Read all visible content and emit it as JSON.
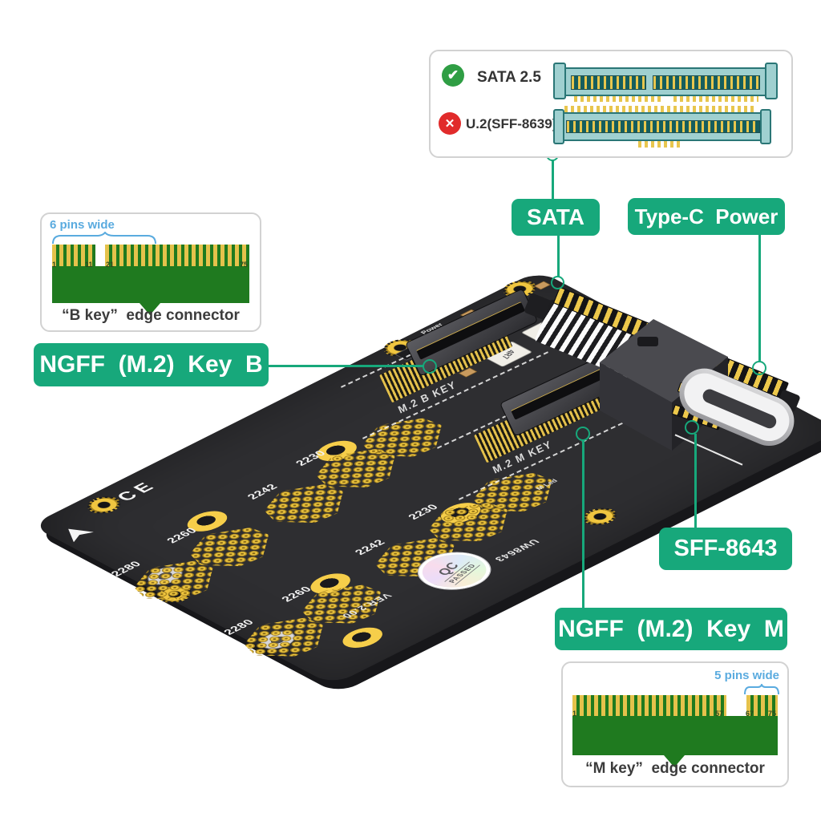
{
  "colors": {
    "accent_green": "#17a87b",
    "info_blue": "#5aabdf",
    "ok_green": "#2f9e44",
    "no_red": "#e12b2b",
    "pcb_green": "#1f7a1f",
    "pad_gold": "#edc84b",
    "connector_teal": "#9fd0d0",
    "board_black": "#2e2e31"
  },
  "compat_box": {
    "rows": [
      {
        "icon": "check-icon",
        "glyph": "✔",
        "label": "SATA 2.5"
      },
      {
        "icon": "cross-icon",
        "glyph": "✕",
        "label": "U.2(SFF-8639)"
      }
    ]
  },
  "callouts": {
    "sata": "SATA",
    "typec_power": "Type-C  Power",
    "ngff_key_b": "NGFF  (M.2)  Key  B",
    "sff_8643": "SFF-8643",
    "ngff_key_m": "NGFF  (M.2)  Key  M"
  },
  "b_key_diagram": {
    "note": "6 pins wide",
    "pin_numbers": [
      "1",
      "11",
      "21",
      "75"
    ],
    "caption": "“B key”  edge connector"
  },
  "m_key_diagram": {
    "note": "5 pins wide",
    "pin_numbers": [
      "1",
      "57",
      "67",
      "75"
    ],
    "caption": "“M key”  edge connector"
  },
  "board": {
    "model": "UW8643",
    "version": "VER.2.00",
    "qc_sticker": {
      "line1": "QC",
      "line2": "PASSED"
    },
    "silkscreen": {
      "slot_b": "M.2 B KEY",
      "slot_m": "M.2 M KEY",
      "power": "Power",
      "m_led": "M Led",
      "ce_mark": "CE"
    },
    "inductor_label": "4R7",
    "standoff_labels": [
      "2230",
      "2242",
      "2260",
      "2280",
      "2230",
      "2242",
      "2260",
      "2280"
    ]
  }
}
